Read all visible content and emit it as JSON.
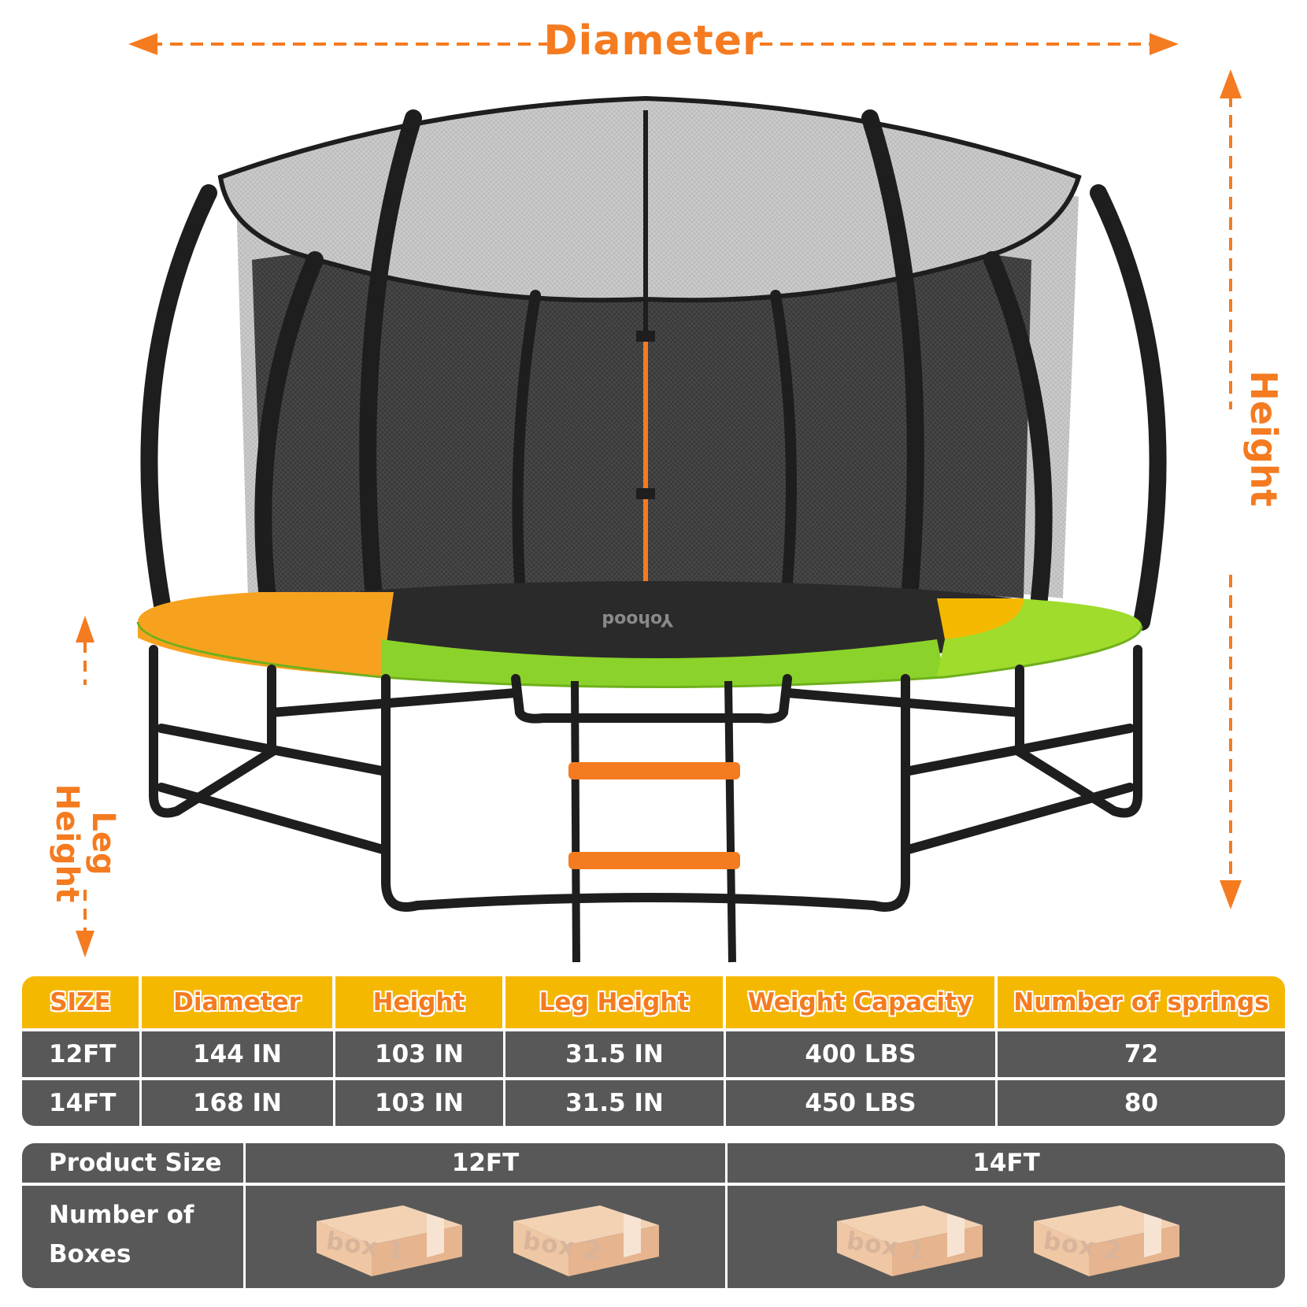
{
  "dimensions": {
    "diameter": "Diameter",
    "height": "Height",
    "leg_height": "Leg Height"
  },
  "brand": "Yohood",
  "colors": {
    "accent": "#f47b20",
    "header_bg": "#f5b800",
    "table_bg": "#585858",
    "pad_orange": "#f7a21e",
    "pad_green": "#8bd32a",
    "frame": "#1e1e1e"
  },
  "spec_table": {
    "headers": [
      "SIZE",
      "Diameter",
      "Height",
      "Leg Height",
      "Weight Capacity",
      "Number of springs"
    ],
    "rows": [
      [
        "12FT",
        "144 IN",
        "103 IN",
        "31.5 IN",
        "400 LBS",
        "72"
      ],
      [
        "14FT",
        "168 IN",
        "103 IN",
        "31.5 IN",
        "450 LBS",
        "80"
      ]
    ]
  },
  "box_table": {
    "product_size_label": "Product Size",
    "number_of_boxes_label": "Number of Boxes",
    "sizes": [
      {
        "size": "12FT",
        "boxes": [
          "box 1",
          "box 2"
        ]
      },
      {
        "size": "14FT",
        "boxes": [
          "box 1",
          "box 2"
        ]
      }
    ]
  }
}
